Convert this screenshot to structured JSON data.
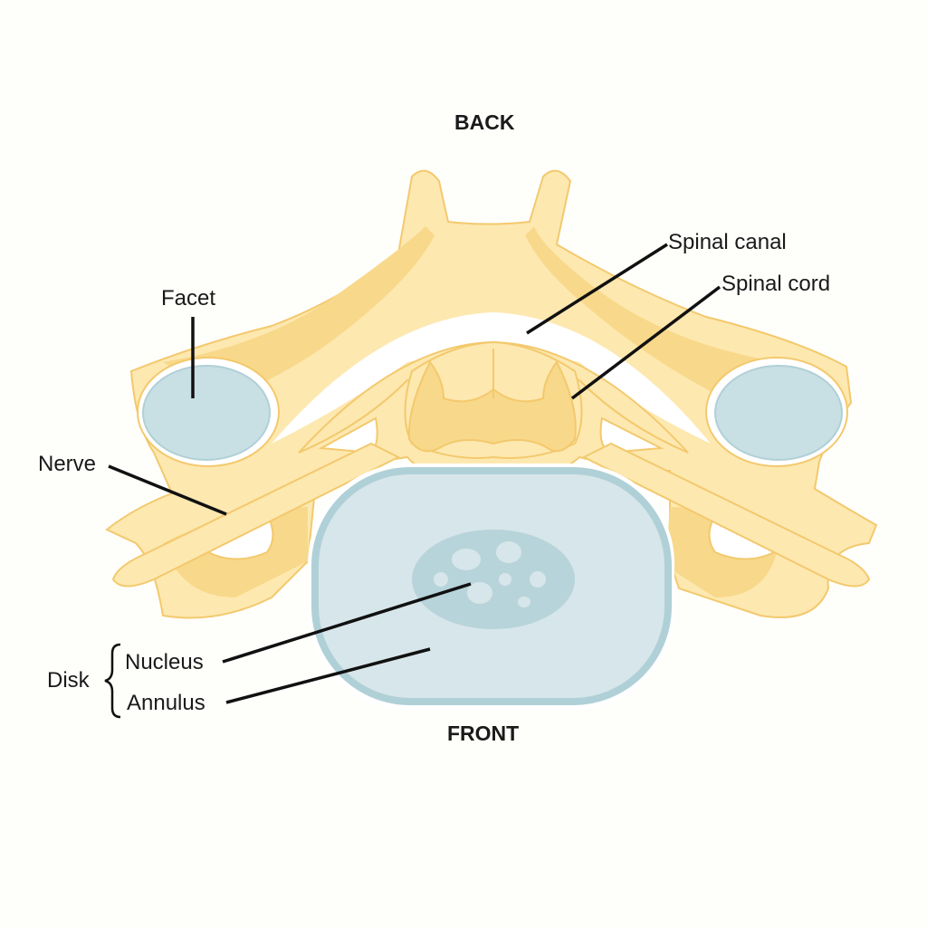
{
  "orientation": {
    "top": "BACK",
    "bottom": "FRONT"
  },
  "labels": {
    "spinal_canal": "Spinal canal",
    "spinal_cord": "Spinal cord",
    "facet": "Facet",
    "nerve": "Nerve",
    "disk": "Disk",
    "nucleus": "Nucleus",
    "annulus": "Annulus"
  },
  "colors": {
    "bone_light": "#fde8b0",
    "bone_dark": "#f8d88a",
    "bone_outline": "#f3c96d",
    "disk_light": "#d7e6ea",
    "disk_dark": "#b0d0d7",
    "background": "#fefefb"
  }
}
